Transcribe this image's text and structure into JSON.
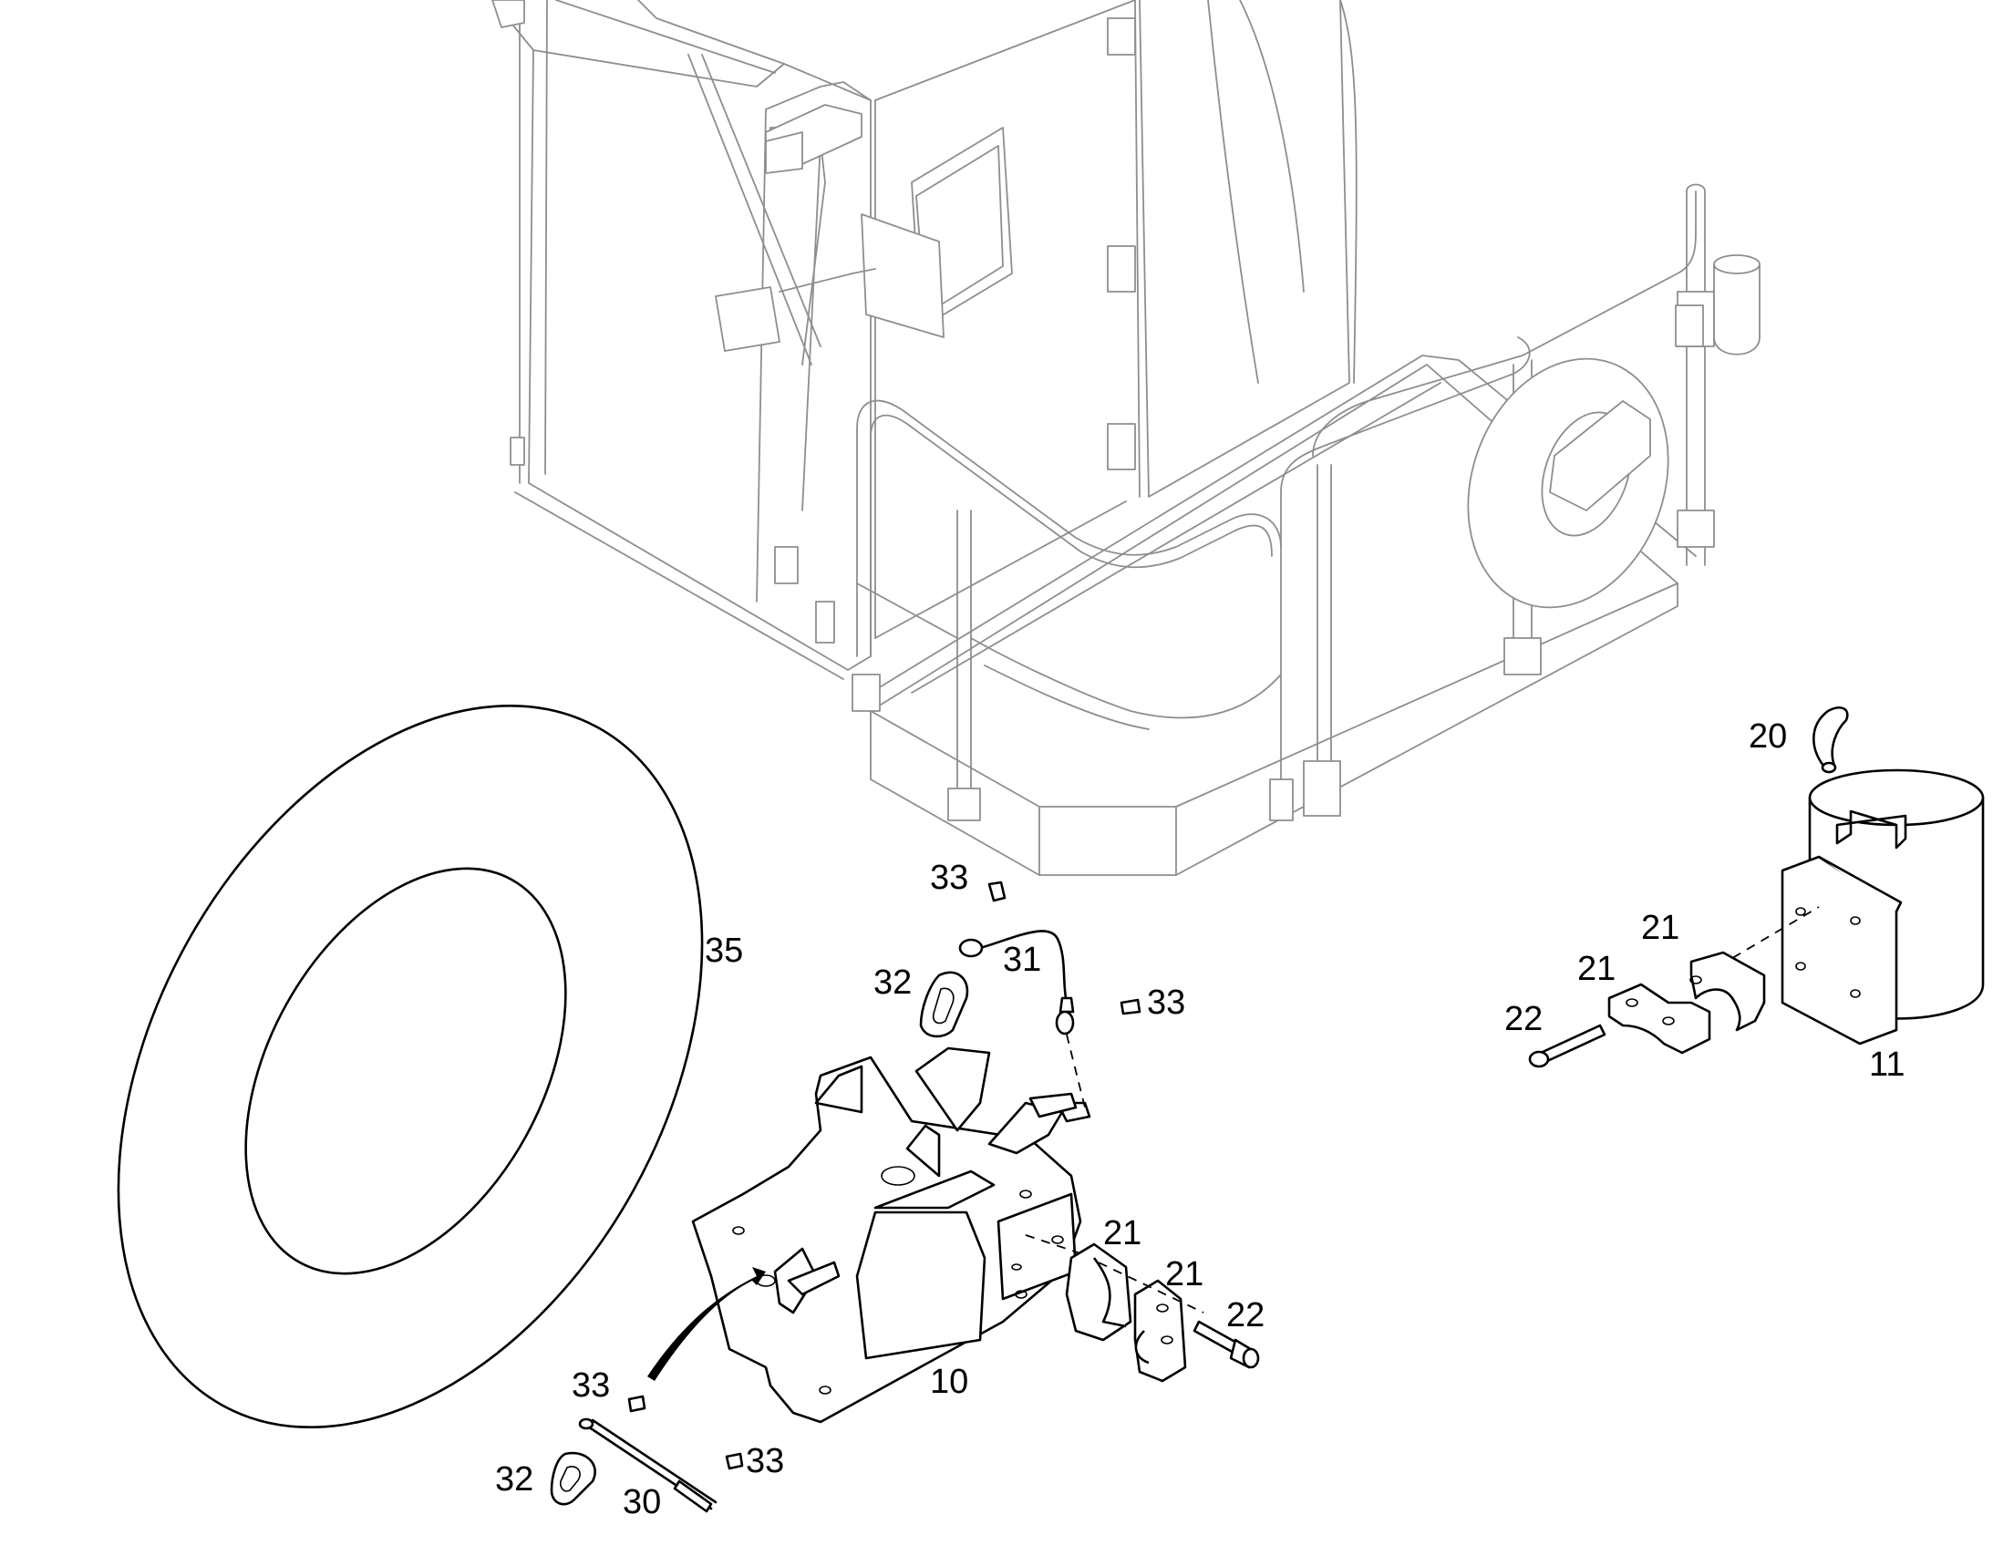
{
  "diagram": {
    "callouts": [
      {
        "id": "c20",
        "label": "20"
      },
      {
        "id": "c33a",
        "label": "33"
      },
      {
        "id": "c35",
        "label": "35"
      },
      {
        "id": "c31",
        "label": "31"
      },
      {
        "id": "c32a",
        "label": "32"
      },
      {
        "id": "c33b",
        "label": "33"
      },
      {
        "id": "c21a",
        "label": "21"
      },
      {
        "id": "c21b",
        "label": "21"
      },
      {
        "id": "c22a",
        "label": "22"
      },
      {
        "id": "c11",
        "label": "11"
      },
      {
        "id": "c21c",
        "label": "21"
      },
      {
        "id": "c21d",
        "label": "21"
      },
      {
        "id": "c22b",
        "label": "22"
      },
      {
        "id": "c10",
        "label": "10"
      },
      {
        "id": "c33c",
        "label": "33"
      },
      {
        "id": "c33d",
        "label": "33"
      },
      {
        "id": "c32b",
        "label": "32"
      },
      {
        "id": "c30",
        "label": "30"
      }
    ]
  }
}
